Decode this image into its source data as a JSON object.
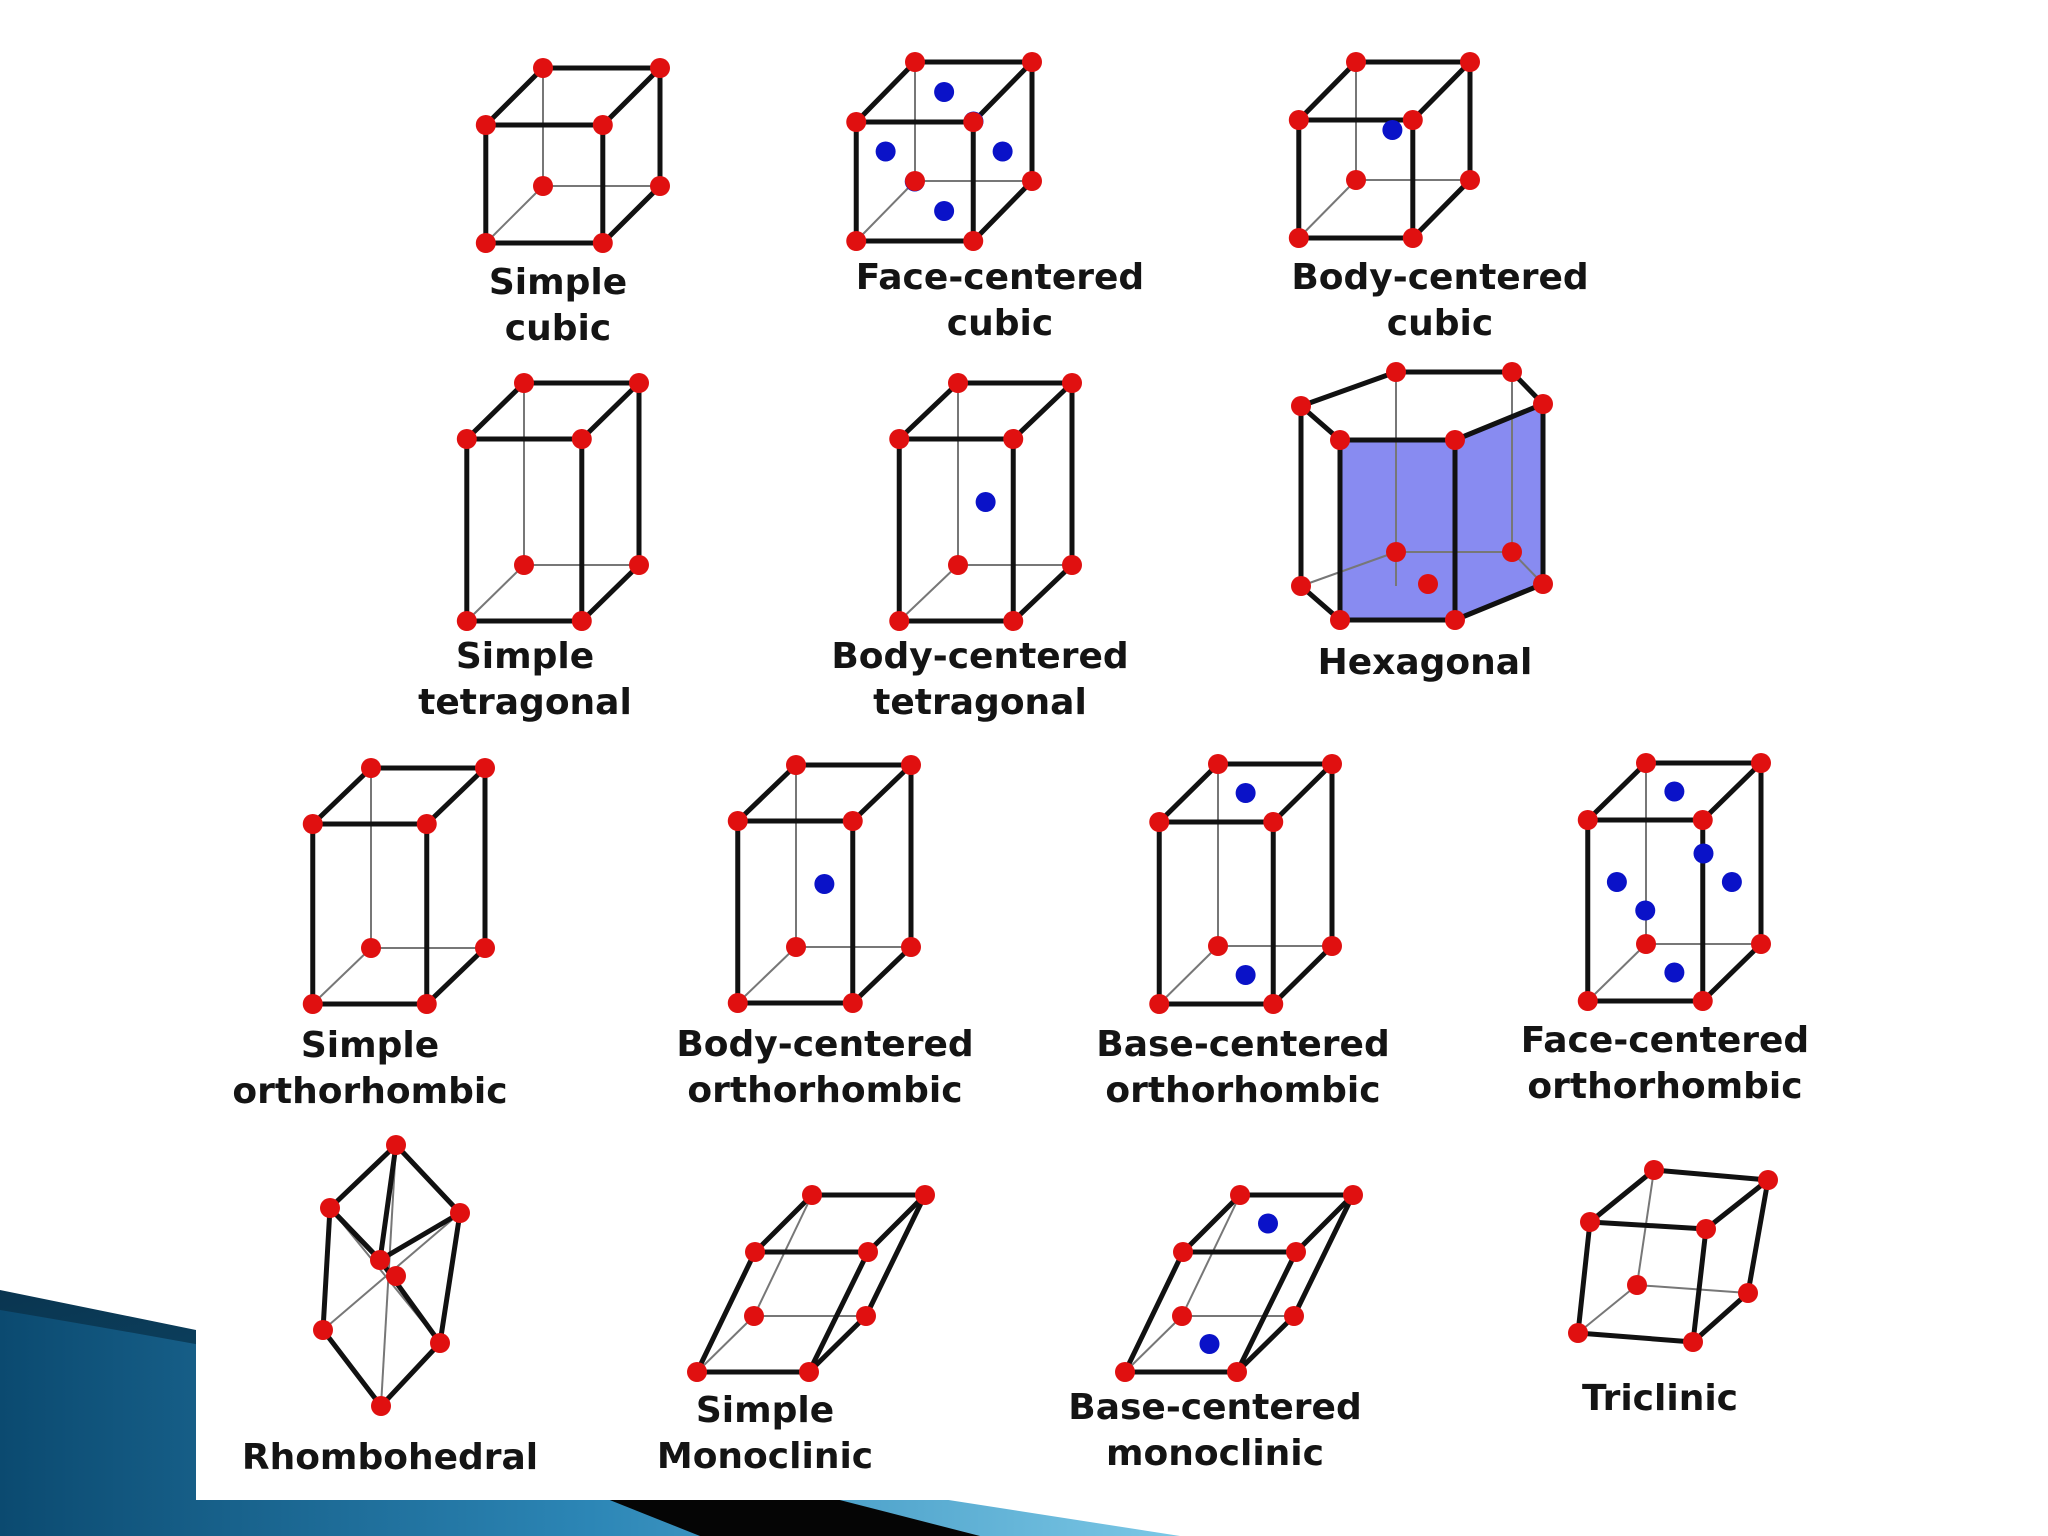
{
  "colors": {
    "lattice_point": "#e01010",
    "body_point": "#0a12c8",
    "edge": "#111111",
    "hex_face_fill": "#7b7ef0",
    "slide_accent_dark": "#0b3a5a",
    "slide_accent_light": "#5fb6d8"
  },
  "diagram_data": {
    "cells": [
      {
        "id": "simple-cubic",
        "line1": "Simple",
        "line2": "cubic"
      },
      {
        "id": "face-centered-cubic",
        "line1": "Face-centered",
        "line2": "cubic"
      },
      {
        "id": "body-centered-cubic",
        "line1": "Body-centered",
        "line2": "cubic"
      },
      {
        "id": "simple-tetragonal",
        "line1": "Simple",
        "line2": "tetragonal"
      },
      {
        "id": "body-centered-tetragonal",
        "line1": "Body-centered",
        "line2": "tetragonal"
      },
      {
        "id": "hexagonal",
        "line1": "Hexagonal",
        "line2": ""
      },
      {
        "id": "simple-orthorhombic",
        "line1": "Simple",
        "line2": "orthorhombic"
      },
      {
        "id": "body-centered-orthorhombic",
        "line1": "Body-centered",
        "line2": "orthorhombic"
      },
      {
        "id": "base-centered-orthorhombic",
        "line1": "Base-centered",
        "line2": "orthorhombic"
      },
      {
        "id": "face-centered-orthorhombic",
        "line1": "Face-centered",
        "line2": "orthorhombic"
      },
      {
        "id": "rhombohedral",
        "line1": "Rhombohedral",
        "line2": ""
      },
      {
        "id": "simple-monoclinic",
        "line1": "Simple",
        "line2": "Monoclinic"
      },
      {
        "id": "base-centered-monoclinic",
        "line1": "Base-centered",
        "line2": "monoclinic"
      },
      {
        "id": "triclinic",
        "line1": "Triclinic",
        "line2": ""
      }
    ]
  }
}
